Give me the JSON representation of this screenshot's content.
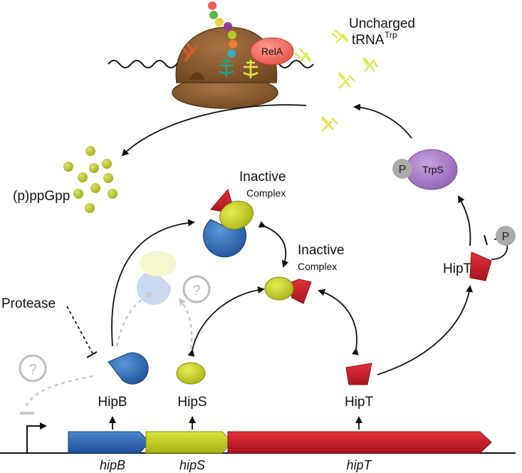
{
  "labels": {
    "uncharged_line1": "Uncharged",
    "uncharged_line2": "tRNA",
    "uncharged_sup": "Trp",
    "rela": "RelA",
    "ppgpp": "(p)ppGpp",
    "trps": "TrpS",
    "phospho": "P",
    "inactive_complex_1_line1": "Inactive",
    "inactive_complex_1_line2": "Complex",
    "inactive_complex_2_line1": "Inactive",
    "inactive_complex_2_line2": "Complex",
    "hipt_phosphorylated": "HipT",
    "protease": "Protease",
    "unknown": "?",
    "hipb_protein": "HipB",
    "hips_protein": "HipS",
    "hipt_protein": "HipT",
    "gene_hipb": "hipB",
    "gene_hips": "hipS",
    "gene_hipt": "hipT"
  },
  "colors": {
    "hipb": "#2f6db5",
    "hips": "#c8d21a",
    "hipt": "#d11f2b",
    "ribosome": "#8a5a2b",
    "rela": "#f06b5f",
    "trps": "#a67bc6",
    "ppgpp": "#b8c42a",
    "trna": "#e0e84a",
    "arrow_inactive": "#c7c7c7"
  }
}
